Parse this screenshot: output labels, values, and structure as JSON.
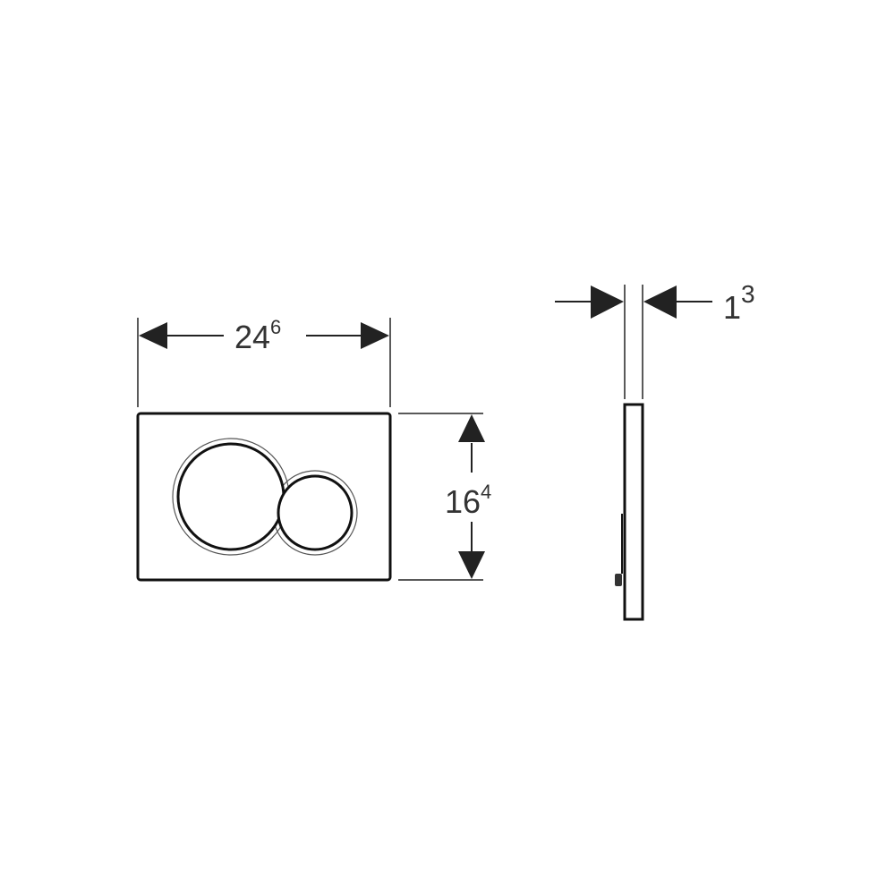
{
  "diagram": {
    "width_dimension": {
      "value": "24",
      "superscript": "6"
    },
    "height_dimension": {
      "value": "16",
      "superscript": "4"
    },
    "depth_dimension": {
      "value": "1",
      "superscript": "3"
    },
    "colors": {
      "line": "#111111",
      "text": "#333333",
      "background": "#ffffff"
    }
  }
}
